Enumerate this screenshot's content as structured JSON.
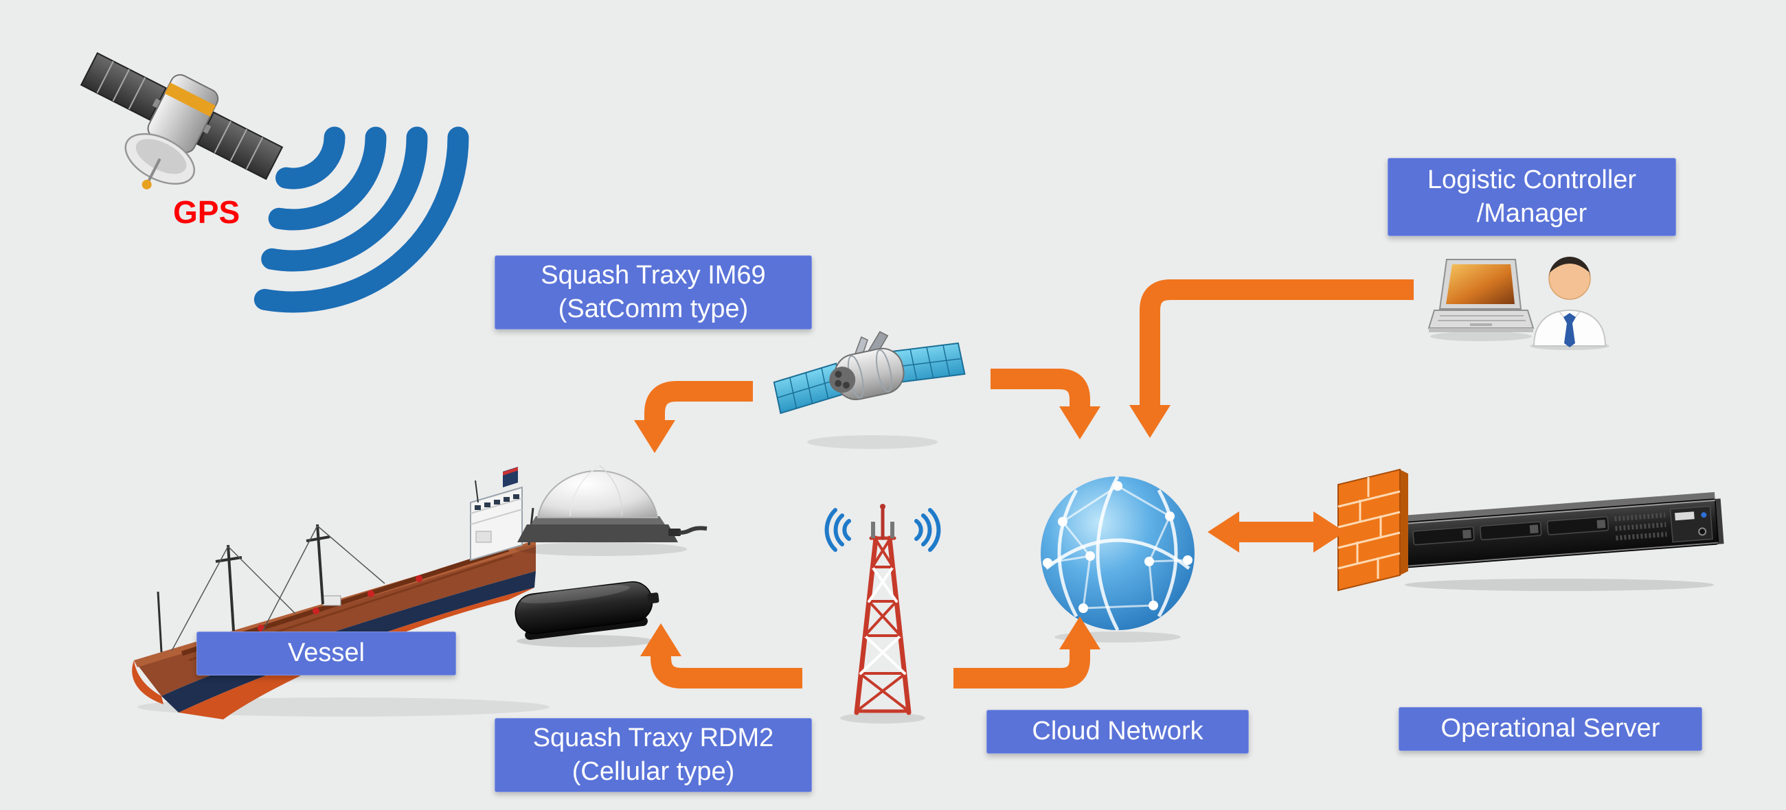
{
  "colors": {
    "background": "#ebecec",
    "label_background": "#5a73d8",
    "label_text": "#ffffff",
    "arrow_orange": "#f0741d",
    "gps_label": "#fe0000",
    "signal_blue": "#1b6db4"
  },
  "labels": {
    "gps": "GPS",
    "satcomm_unit": {
      "line1": "Squash Traxy IM69",
      "line2": "(SatComm type)"
    },
    "logistic_controller": {
      "line1": "Logistic Controller",
      "line2": "/Manager"
    },
    "vessel": "Vessel",
    "cellular_unit": {
      "line1": "Squash Traxy RDM2",
      "line2": "(Cellular type)"
    },
    "cloud_network": "Cloud Network",
    "operational_server": "Operational Server"
  },
  "icons": {
    "gps_satellite": "gps-satellite-icon",
    "gps_signal_waves": "signal-waves-icon",
    "comm_satellite": "communication-satellite-icon",
    "vessel_ship": "tanker-ship-icon",
    "satcomm_dome": "satcomm-dome-antenna-icon",
    "cellular_device": "cellular-terminal-icon",
    "cell_tower": "cell-tower-icon",
    "cloud_globe": "network-globe-icon",
    "laptop": "laptop-icon",
    "operator": "person-icon",
    "firewall": "firewall-icon",
    "rack_server": "rack-server-icon"
  },
  "connections": [
    {
      "from": "comm-satellite",
      "to": "satcomm-dome",
      "bidirectional": false
    },
    {
      "from": "comm-satellite",
      "to": "cloud-network",
      "bidirectional": false
    },
    {
      "from": "logistic-controller",
      "to": "cloud-network",
      "bidirectional": false
    },
    {
      "from": "cell-tower",
      "to": "cellular-terminal",
      "bidirectional": false
    },
    {
      "from": "cell-tower",
      "to": "cloud-network",
      "bidirectional": false
    },
    {
      "from": "cloud-network",
      "to": "operational-server",
      "bidirectional": true
    }
  ]
}
